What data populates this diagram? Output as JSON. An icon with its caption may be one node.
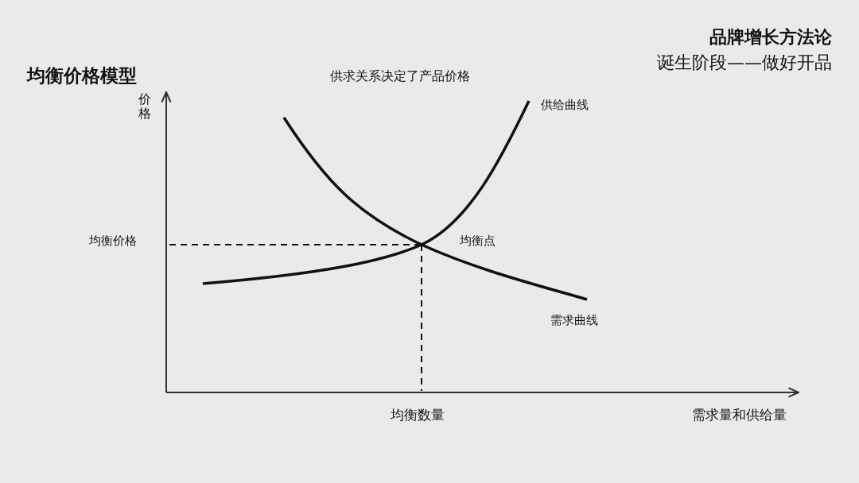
{
  "diagram": {
    "title": "均衡价格模型",
    "labels": [
      "品牌增长方法论",
      "诞生阶段——做好开品",
      "供求关系决定了产品价格",
      "价格",
      "供给曲线",
      "均衡价格",
      "均衡点",
      "需求曲线",
      "均衡数量",
      "需求量和供给量"
    ]
  }
}
